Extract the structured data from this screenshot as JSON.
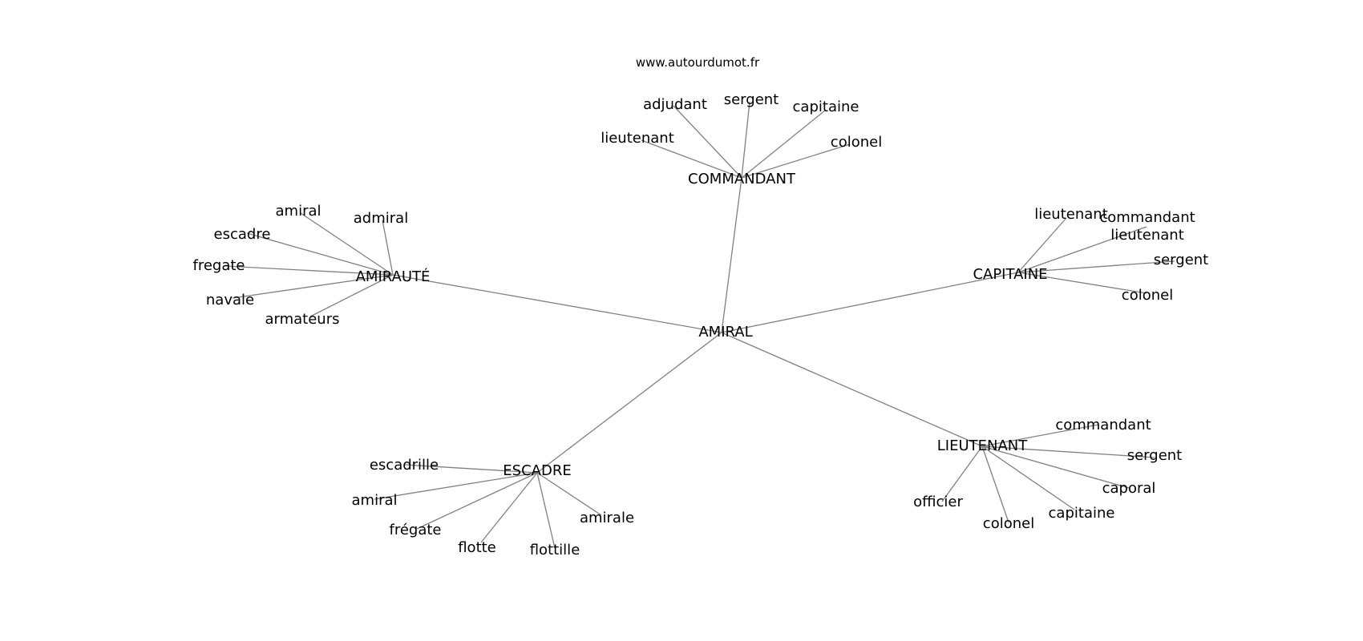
{
  "source": "www.autourdumot.fr",
  "center": {
    "id": "amiral",
    "label": "AMIRAL"
  },
  "hubs": [
    {
      "id": "commandant",
      "label": "COMMANDANT",
      "leaves": [
        {
          "id": "cmd-lieutenant",
          "label": "lieutenant"
        },
        {
          "id": "cmd-adjudant",
          "label": "adjudant"
        },
        {
          "id": "cmd-sergent",
          "label": "sergent"
        },
        {
          "id": "cmd-capitaine",
          "label": "capitaine"
        },
        {
          "id": "cmd-colonel",
          "label": "colonel"
        }
      ]
    },
    {
      "id": "amiraute",
      "label": "AMIRAUTÉ",
      "leaves": [
        {
          "id": "amt-amiral",
          "label": "amiral"
        },
        {
          "id": "amt-admiral",
          "label": "admiral"
        },
        {
          "id": "amt-escadre",
          "label": "escadre"
        },
        {
          "id": "amt-fregate",
          "label": "fregate"
        },
        {
          "id": "amt-navale",
          "label": "navale"
        },
        {
          "id": "amt-armateurs",
          "label": "armateurs"
        }
      ]
    },
    {
      "id": "capitaine",
      "label": "CAPITAINE",
      "leaves": [
        {
          "id": "cap-lieutenant",
          "label": "lieutenant"
        },
        {
          "id": "cap-commandant-lieutenant",
          "label": "commandant lieutenant"
        },
        {
          "id": "cap-sergent",
          "label": "sergent"
        },
        {
          "id": "cap-colonel",
          "label": "colonel"
        }
      ]
    },
    {
      "id": "escadre",
      "label": "ESCADRE",
      "leaves": [
        {
          "id": "esc-escadrille",
          "label": "escadrille"
        },
        {
          "id": "esc-amiral",
          "label": "amiral"
        },
        {
          "id": "esc-fregate",
          "label": "frégate"
        },
        {
          "id": "esc-flotte",
          "label": "flotte"
        },
        {
          "id": "esc-flottille",
          "label": "flottille"
        },
        {
          "id": "esc-amirale",
          "label": "amirale"
        }
      ]
    },
    {
      "id": "lieutenant",
      "label": "LIEUTENANT",
      "leaves": [
        {
          "id": "lt-commandant",
          "label": "commandant"
        },
        {
          "id": "lt-sergent",
          "label": "sergent"
        },
        {
          "id": "lt-caporal",
          "label": "caporal"
        },
        {
          "id": "lt-capitaine",
          "label": "capitaine"
        },
        {
          "id": "lt-colonel",
          "label": "colonel"
        },
        {
          "id": "lt-officier",
          "label": "officier"
        }
      ]
    }
  ]
}
